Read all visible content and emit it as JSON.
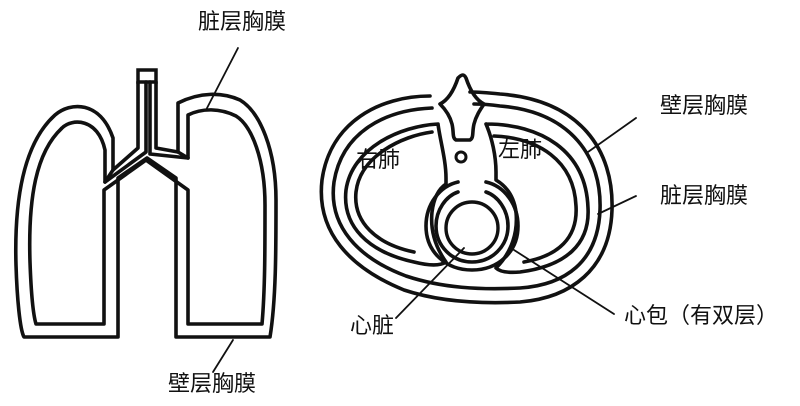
{
  "labels": {
    "left_visceral": "脏层胸膜",
    "left_parietal": "壁层胸膜",
    "right_parietal": "壁层胸膜",
    "right_visceral": "脏层胸膜",
    "right_lung": "右肺",
    "left_lung": "左肺",
    "heart": "心脏",
    "pericardium": "心包（有双层）"
  }
}
